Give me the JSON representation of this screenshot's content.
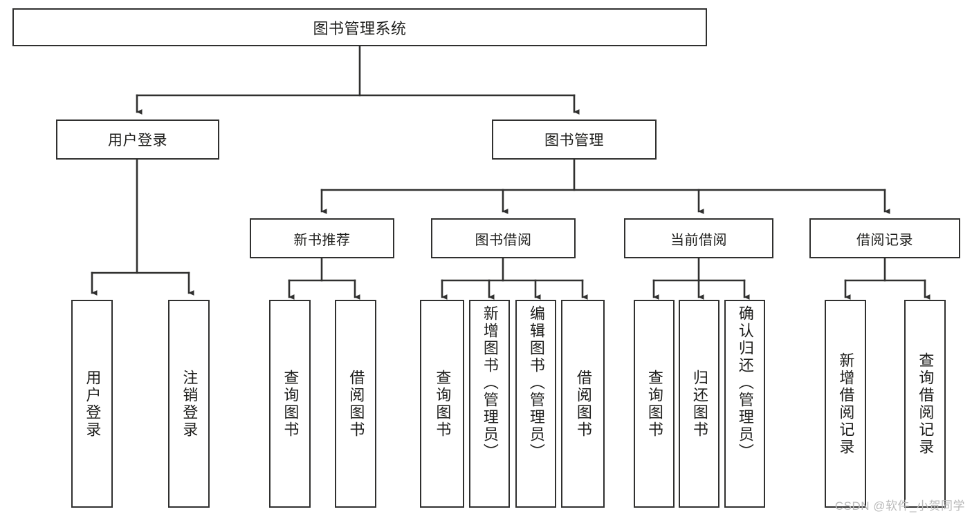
{
  "diagram": {
    "title": "图书管理系统",
    "type": "tree-hierarchy",
    "watermark": "CSDN @软件_小贺同学",
    "colors": {
      "stroke": "#30302f",
      "fill": "#ffffff",
      "text": "#1d1d1b",
      "watermark": "#b9b9b9"
    }
  },
  "nodes": {
    "root": {
      "label": "图书管理系统"
    },
    "branches": [
      {
        "label": "用户登录"
      },
      {
        "label": "图书管理"
      }
    ],
    "groups": [
      {
        "label": "新书推荐"
      },
      {
        "label": "图书借阅"
      },
      {
        "label": "当前借阅"
      },
      {
        "label": "借阅记录"
      }
    ],
    "leaves": {
      "user_login": [
        {
          "label": "用户登录"
        },
        {
          "label": "注销登录"
        }
      ],
      "new_book_recommend": [
        {
          "label": "查询图书"
        },
        {
          "label": "借阅图书"
        }
      ],
      "book_borrow": [
        {
          "label": "查询图书"
        },
        {
          "label": "新增图书（管理员）"
        },
        {
          "label": "编辑图书（管理员）"
        },
        {
          "label": "借阅图书"
        }
      ],
      "current_borrow": [
        {
          "label": "查询图书"
        },
        {
          "label": "归还图书"
        },
        {
          "label": "确认归还（管理员）"
        }
      ],
      "borrow_record": [
        {
          "label": "新增借阅记录"
        },
        {
          "label": "查询借阅记录"
        }
      ]
    }
  }
}
